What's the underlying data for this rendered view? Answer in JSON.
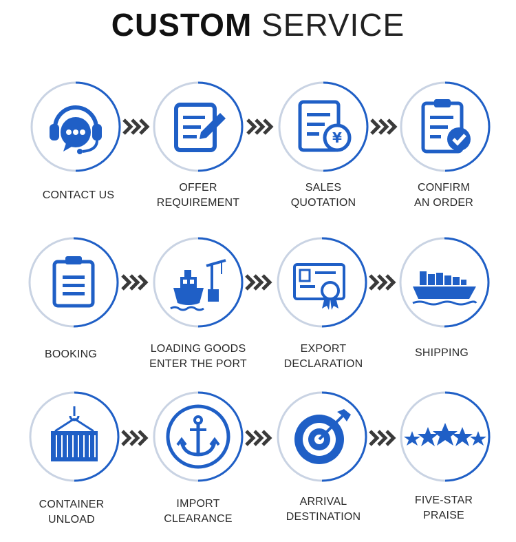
{
  "title": {
    "bold": "CUSTOM",
    "light": "SERVICE"
  },
  "colors": {
    "primary": "#1f5fc6",
    "dark": "#0d3f99",
    "arrow": "#3a3a3a",
    "ring": "#c9d3e3"
  },
  "steps": [
    {
      "line1": "CONTACT US",
      "line2": "",
      "icon": "headset-chat-icon"
    },
    {
      "line1": "OFFER",
      "line2": "REQUIREMENT",
      "icon": "form-edit-icon"
    },
    {
      "line1": "SALES",
      "line2": "QUOTATION",
      "icon": "yen-document-icon"
    },
    {
      "line1": "CONFIRM",
      "line2": "AN ORDER",
      "icon": "clipboard-check-icon"
    },
    {
      "line1": "BOOKING",
      "line2": "",
      "icon": "clipboard-icon"
    },
    {
      "line1": "LOADING GOODS",
      "line2": "ENTER THE PORT",
      "icon": "ship-loading-icon"
    },
    {
      "line1": "EXPORT",
      "line2": "DECLARATION",
      "icon": "certificate-icon"
    },
    {
      "line1": "SHIPPING",
      "line2": "",
      "icon": "cargo-ship-icon"
    },
    {
      "line1": "CONTAINER",
      "line2": "UNLOAD",
      "icon": "container-crane-icon"
    },
    {
      "line1": "IMPORT",
      "line2": "CLEARANCE",
      "icon": "anchor-icon"
    },
    {
      "line1": "ARRIVAL",
      "line2": "DESTINATION",
      "icon": "target-icon"
    },
    {
      "line1": "FIVE-STAR",
      "line2": "PRAISE",
      "icon": "five-stars-icon"
    }
  ]
}
